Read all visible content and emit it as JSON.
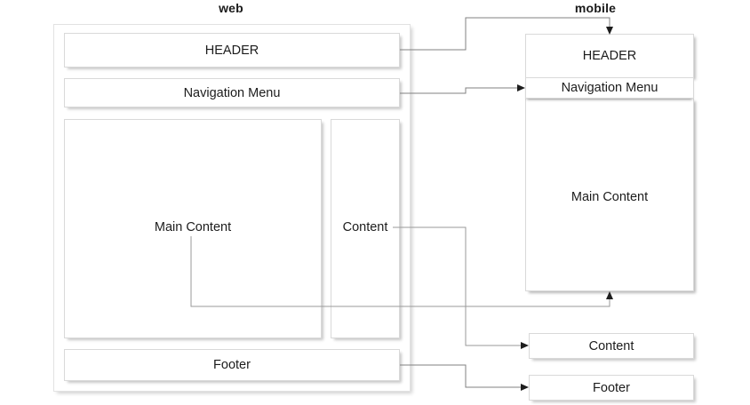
{
  "diagram": {
    "title_web": "web",
    "title_mobile": "mobile"
  },
  "web": {
    "frame_name": "web-layout-frame",
    "blocks": [
      {
        "id": "header",
        "label": "HEADER"
      },
      {
        "id": "nav",
        "label": "Navigation Menu"
      },
      {
        "id": "main",
        "label": "Main Content"
      },
      {
        "id": "content",
        "label": "Content"
      },
      {
        "id": "footer",
        "label": "Footer"
      }
    ]
  },
  "mobile": {
    "blocks": [
      {
        "id": "header",
        "label": "HEADER"
      },
      {
        "id": "nav",
        "label": "Navigation Menu"
      },
      {
        "id": "main",
        "label": "Main Content"
      },
      {
        "id": "content",
        "label": "Content"
      },
      {
        "id": "footer",
        "label": "Footer"
      }
    ]
  },
  "connectors": [
    {
      "id": "header-to-header",
      "from": "web.header",
      "to": "mobile.header",
      "arrow": "down"
    },
    {
      "id": "nav-to-nav",
      "from": "web.nav",
      "to": "mobile.nav",
      "arrow": "right"
    },
    {
      "id": "content-to-content",
      "from": "web.content",
      "to": "mobile.content",
      "arrow": "right"
    },
    {
      "id": "main-to-main",
      "from": "web.main",
      "to": "mobile.main",
      "arrow": "up"
    },
    {
      "id": "footer-to-footer",
      "from": "web.footer",
      "to": "mobile.footer",
      "arrow": "right"
    }
  ],
  "colors": {
    "box_border": "#d9d9d9",
    "connector": "#808080",
    "text": "#1c1c1c",
    "background": "#ffffff"
  }
}
